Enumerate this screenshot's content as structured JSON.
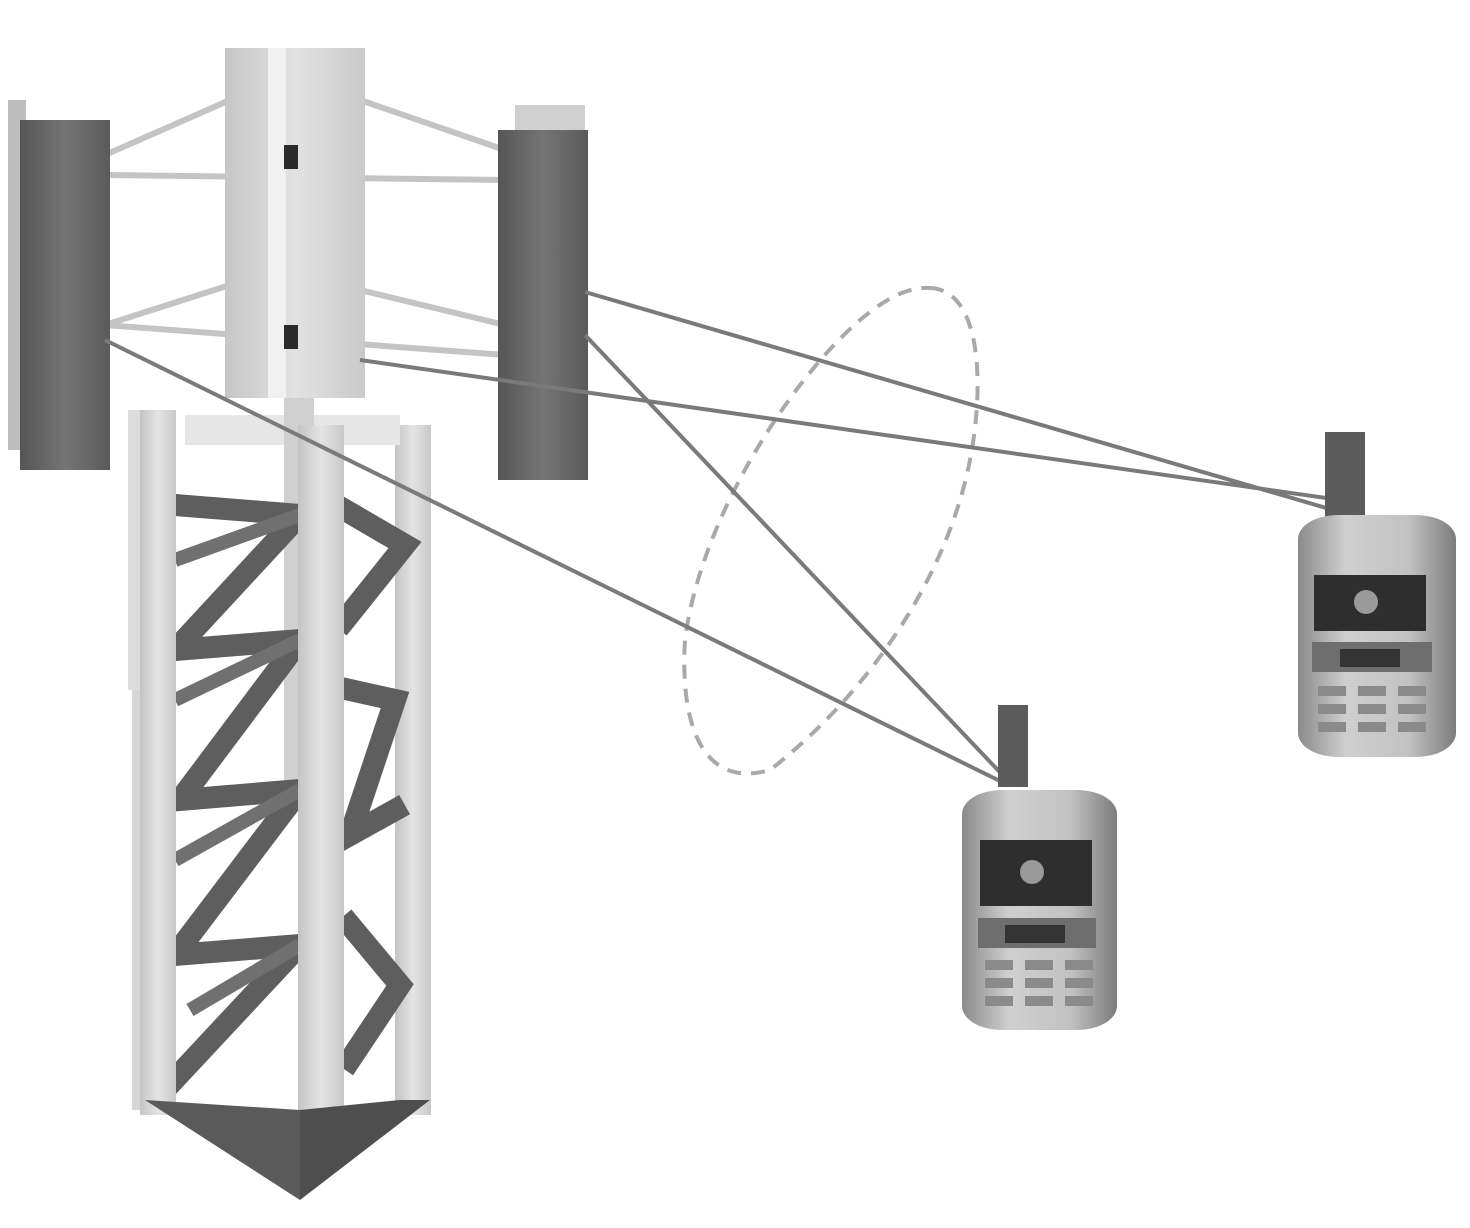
{
  "diagram": {
    "elements": {
      "tower": "lattice-tower",
      "antennas": [
        "antenna-left",
        "antenna-center",
        "antenna-right"
      ],
      "handsets": [
        "mobile-phone-near",
        "mobile-phone-far"
      ],
      "beam_pattern": "radiation-lobe-dashed"
    },
    "links": [
      {
        "from": "antenna-left",
        "to": "mobile-phone-near"
      },
      {
        "from": "antenna-right",
        "to": "mobile-phone-near"
      },
      {
        "from": "antenna-right",
        "to": "mobile-phone-far"
      },
      {
        "from": "antenna-center",
        "to": "mobile-phone-far"
      }
    ],
    "colors": {
      "background": "#ffffff",
      "antenna_dark": "#6e6e6e",
      "antenna_light": "#d4d4d4",
      "tower_frame": "#cfcfcf",
      "tower_brace": "#5c5c5c",
      "signal_line": "#777777",
      "lobe": "#a8a8a8",
      "phone_body": "#a9a9a9",
      "phone_screen": "#2f2f2f"
    }
  }
}
